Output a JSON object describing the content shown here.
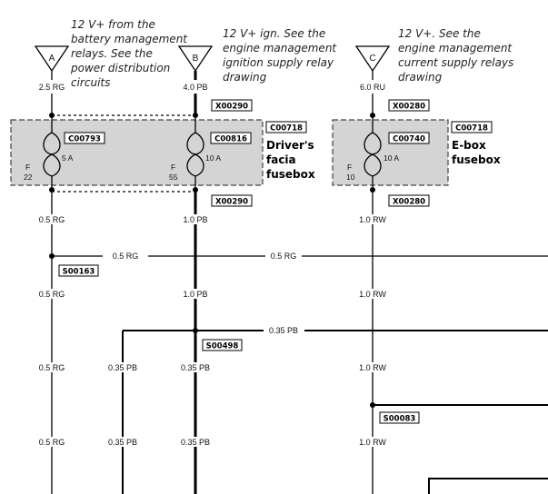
{
  "notes": {
    "a": [
      "12 V+ from the",
      "battery management",
      "relays. See the",
      "power distribution",
      "circuits"
    ],
    "b": [
      "12 V+ ign. See the",
      "engine management",
      "ignition supply relay",
      "drawing"
    ],
    "c": [
      "12 V+. See the",
      "engine management",
      "current supply relays",
      "drawing"
    ]
  },
  "terminals": {
    "a": "A",
    "b": "B",
    "c": "C"
  },
  "supply_wires": {
    "a": "2.5 RG",
    "b": "4.0 PB",
    "c": "6.0 RU"
  },
  "connectors": {
    "top_left": "X00290",
    "bottom_left": "X00290",
    "top_right": "X00280",
    "bottom_right": "X00280"
  },
  "fuseboxes": {
    "left": {
      "code": "C00718",
      "name": [
        "Driver's",
        "facia",
        "fusebox"
      ]
    },
    "right": {
      "code": "C00718",
      "name": [
        "E-box",
        "fusebox"
      ]
    }
  },
  "fuses": {
    "f22": {
      "code": "C00793",
      "rating": "5 A",
      "letter": "F",
      "number": "22"
    },
    "f55": {
      "code": "C00816",
      "rating": "10 A",
      "letter": "F",
      "number": "55"
    },
    "f10": {
      "code": "C00740",
      "rating": "10 A",
      "letter": "F",
      "number": "10"
    }
  },
  "splices": {
    "s1": "S00163",
    "s2": "S00498",
    "s3": "S00083"
  },
  "wire_labels": {
    "rg": "0.5 RG",
    "pb1": "1.0 PB",
    "rw": "1.0 RW",
    "pb035": "0.35 PB"
  },
  "colors": {
    "box_fill": "#d4d4d4",
    "line": "#000000"
  }
}
